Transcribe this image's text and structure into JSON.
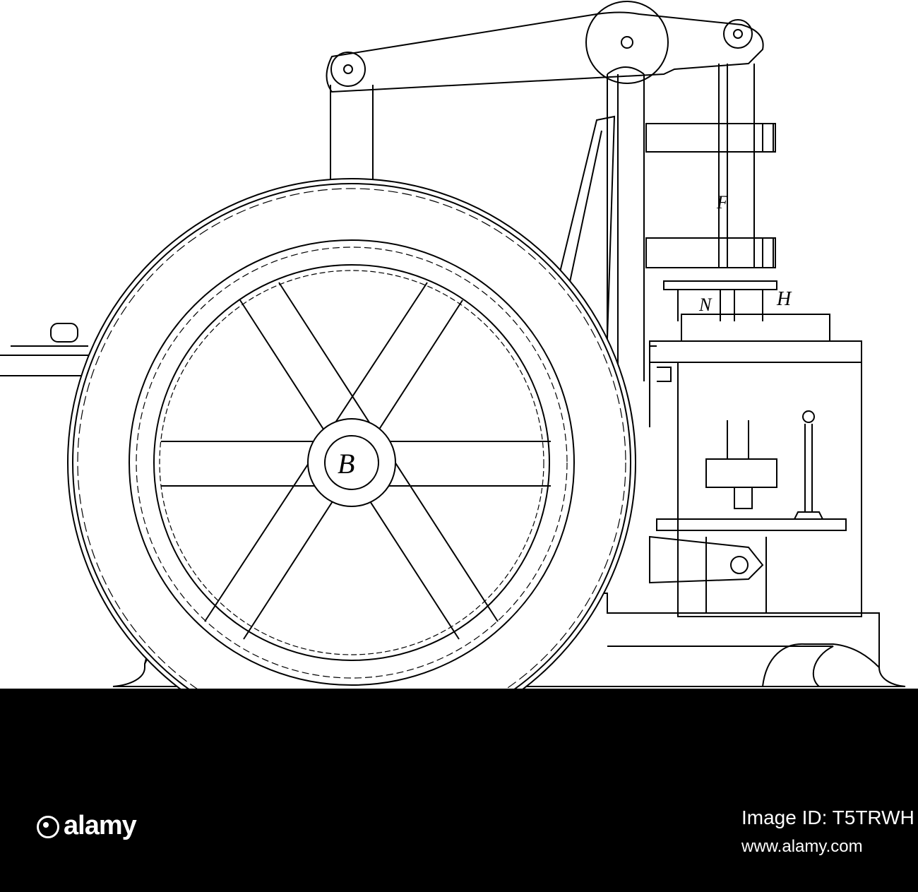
{
  "illustration": {
    "labels": {
      "hub": "B",
      "column": "F",
      "head": "H",
      "block_n": "N"
    }
  },
  "footer": {
    "brand": "alamy",
    "image_id": "Image ID: T5TRWH",
    "url": "www.alamy.com"
  },
  "colors": {
    "ink": "#000000",
    "paper": "#ffffff",
    "footer_bg": "#000000"
  }
}
